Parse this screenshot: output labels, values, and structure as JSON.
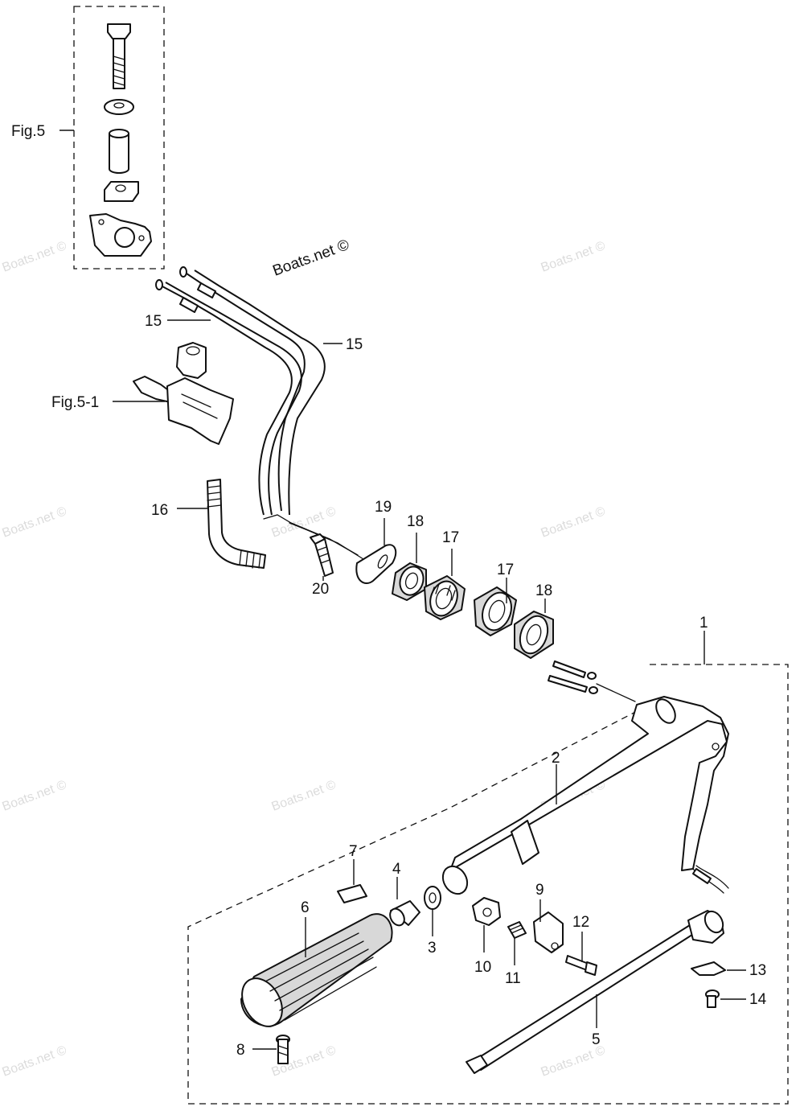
{
  "watermark": "Boats.net ©",
  "labels": {
    "fig5": "Fig.5",
    "fig51": "Fig.5-1",
    "p1": "1",
    "p2": "2",
    "p3": "3",
    "p4": "4",
    "p5": "5",
    "p6": "6",
    "p7": "7",
    "p8": "8",
    "p9": "9",
    "p10": "10",
    "p11": "11",
    "p12": "12",
    "p13": "13",
    "p14": "14",
    "p15a": "15",
    "p15b": "15",
    "p16": "16",
    "p17a": "17",
    "p17b": "17",
    "p18a": "18",
    "p18b": "18",
    "p19": "19",
    "p20": "20"
  }
}
